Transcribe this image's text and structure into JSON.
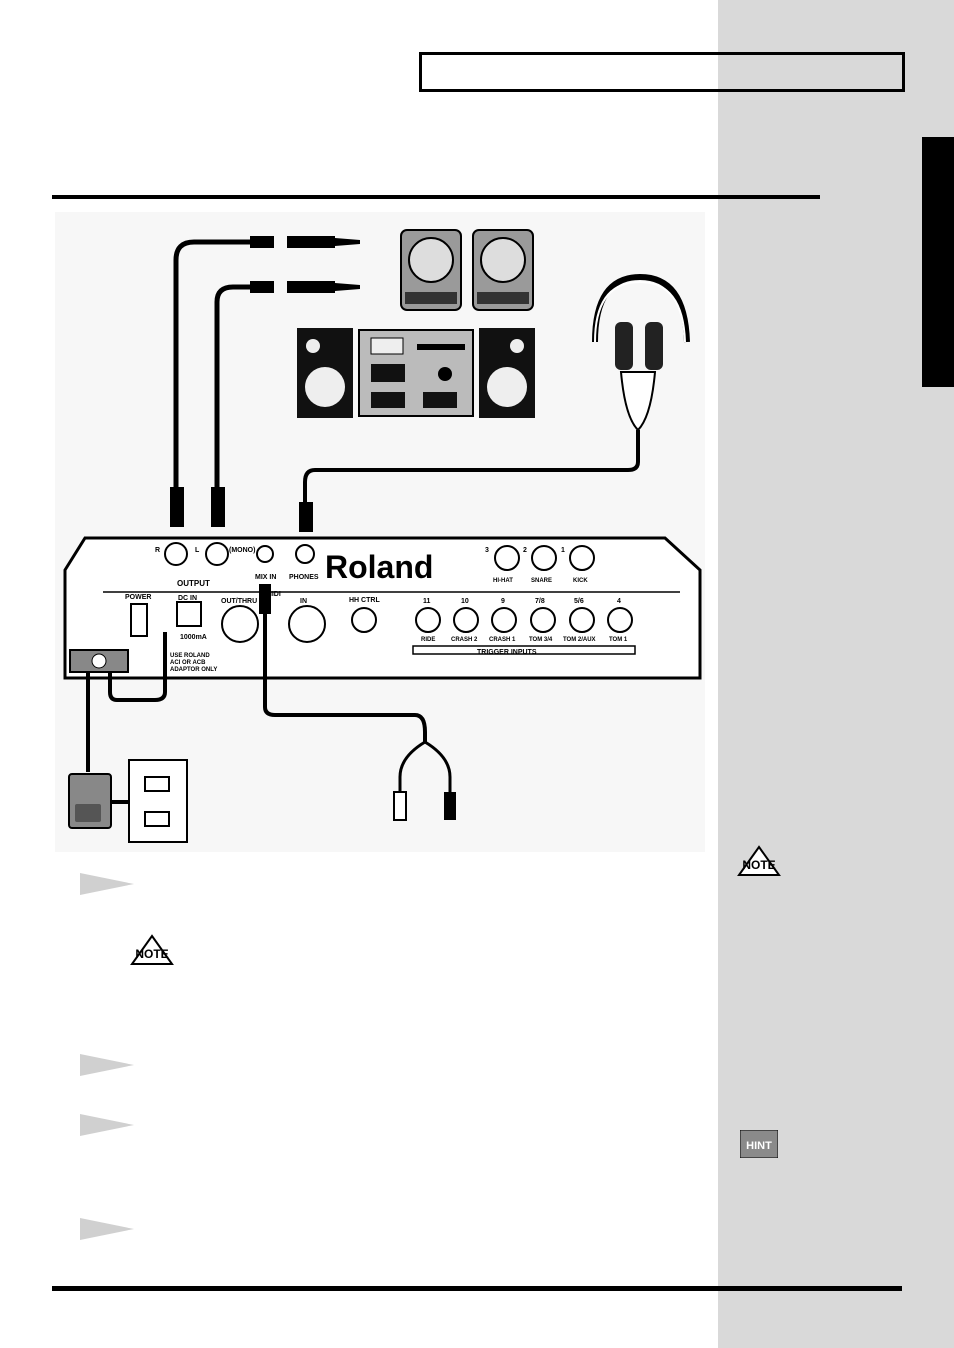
{
  "panel": {
    "output_label": "OUTPUT",
    "jack_r": "R",
    "jack_l": "L",
    "mono": "(MONO)",
    "mix_in": "MIX IN",
    "phones": "PHONES",
    "brand": "Roland",
    "power": "POWER",
    "dc_in": "DC IN",
    "rating": "1000mA",
    "adaptor_note": [
      "USE ROLAND",
      "ACI OR ACB",
      "ADAPTOR ONLY"
    ],
    "midi": "MIDI",
    "out_thru": "OUT/THRU",
    "in": "IN",
    "hh_ctrl": "HH CTRL",
    "trigger_inputs": "TRIGGER INPUTS",
    "top_jacks": [
      {
        "num": "3",
        "name": "HI-HAT"
      },
      {
        "num": "2",
        "name": "SNARE"
      },
      {
        "num": "1",
        "name": "KICK"
      }
    ],
    "bottom_jacks": [
      {
        "num": "11",
        "name": "RIDE"
      },
      {
        "num": "10",
        "name": "CRASH 2"
      },
      {
        "num": "9",
        "name": "CRASH 1"
      },
      {
        "num": "7/8",
        "name": "TOM 3/4"
      },
      {
        "num": "5/6",
        "name": "TOM 2/AUX"
      },
      {
        "num": "4",
        "name": "TOM 1"
      }
    ]
  },
  "icons": {
    "note_main": "note-icon",
    "note_side": "note-icon",
    "hint_side": "hint-icon",
    "note_text": "NOTE",
    "hint_text": "HINT"
  },
  "colors": {
    "sidebar": "#d9d9d9",
    "ink": "#000000",
    "step_arrow": "#d0d0d0"
  }
}
